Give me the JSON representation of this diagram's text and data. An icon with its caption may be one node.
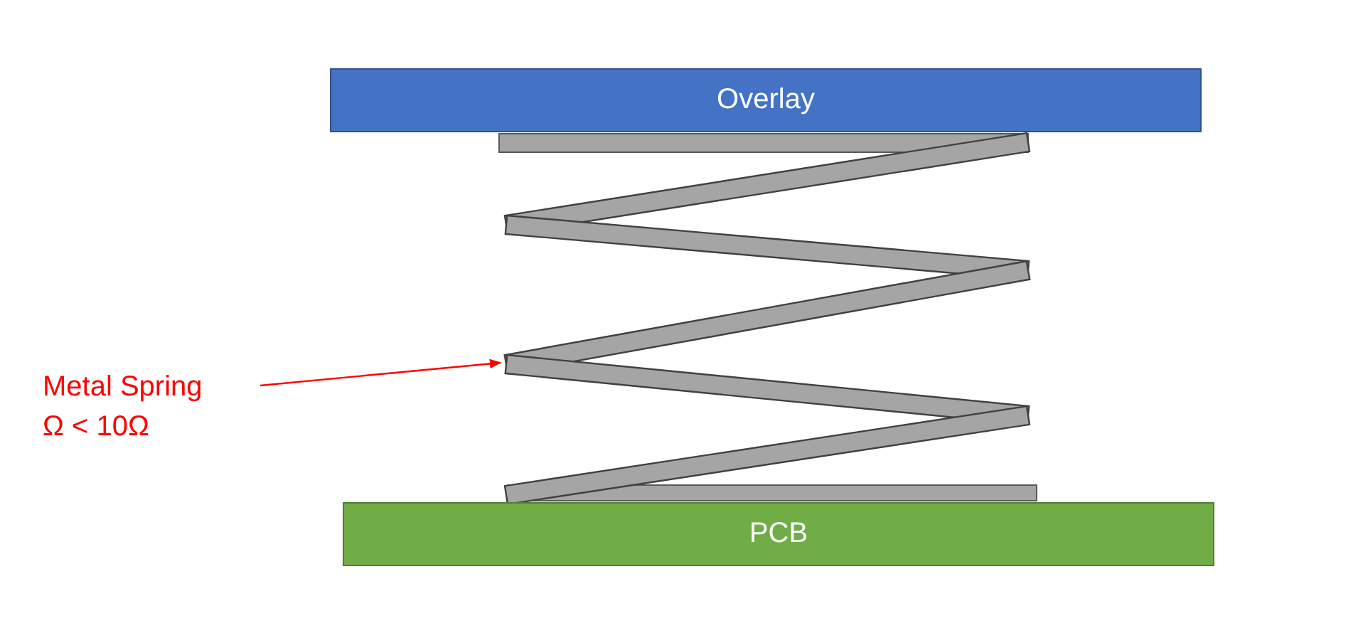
{
  "diagram": {
    "nodes": [
      {
        "text": [
          "Overlay"
        ]
      },
      {
        "text": [],
        "shape": "spring"
      },
      {
        "text": [
          "Metal Spring Ω < 10Ω"
        ]
      },
      {
        "text": [
          "PCB"
        ]
      }
    ],
    "edges": [
      {
        "from": 2,
        "to": 1,
        "arrow": "to",
        "color": "#ff0000"
      }
    ]
  }
}
